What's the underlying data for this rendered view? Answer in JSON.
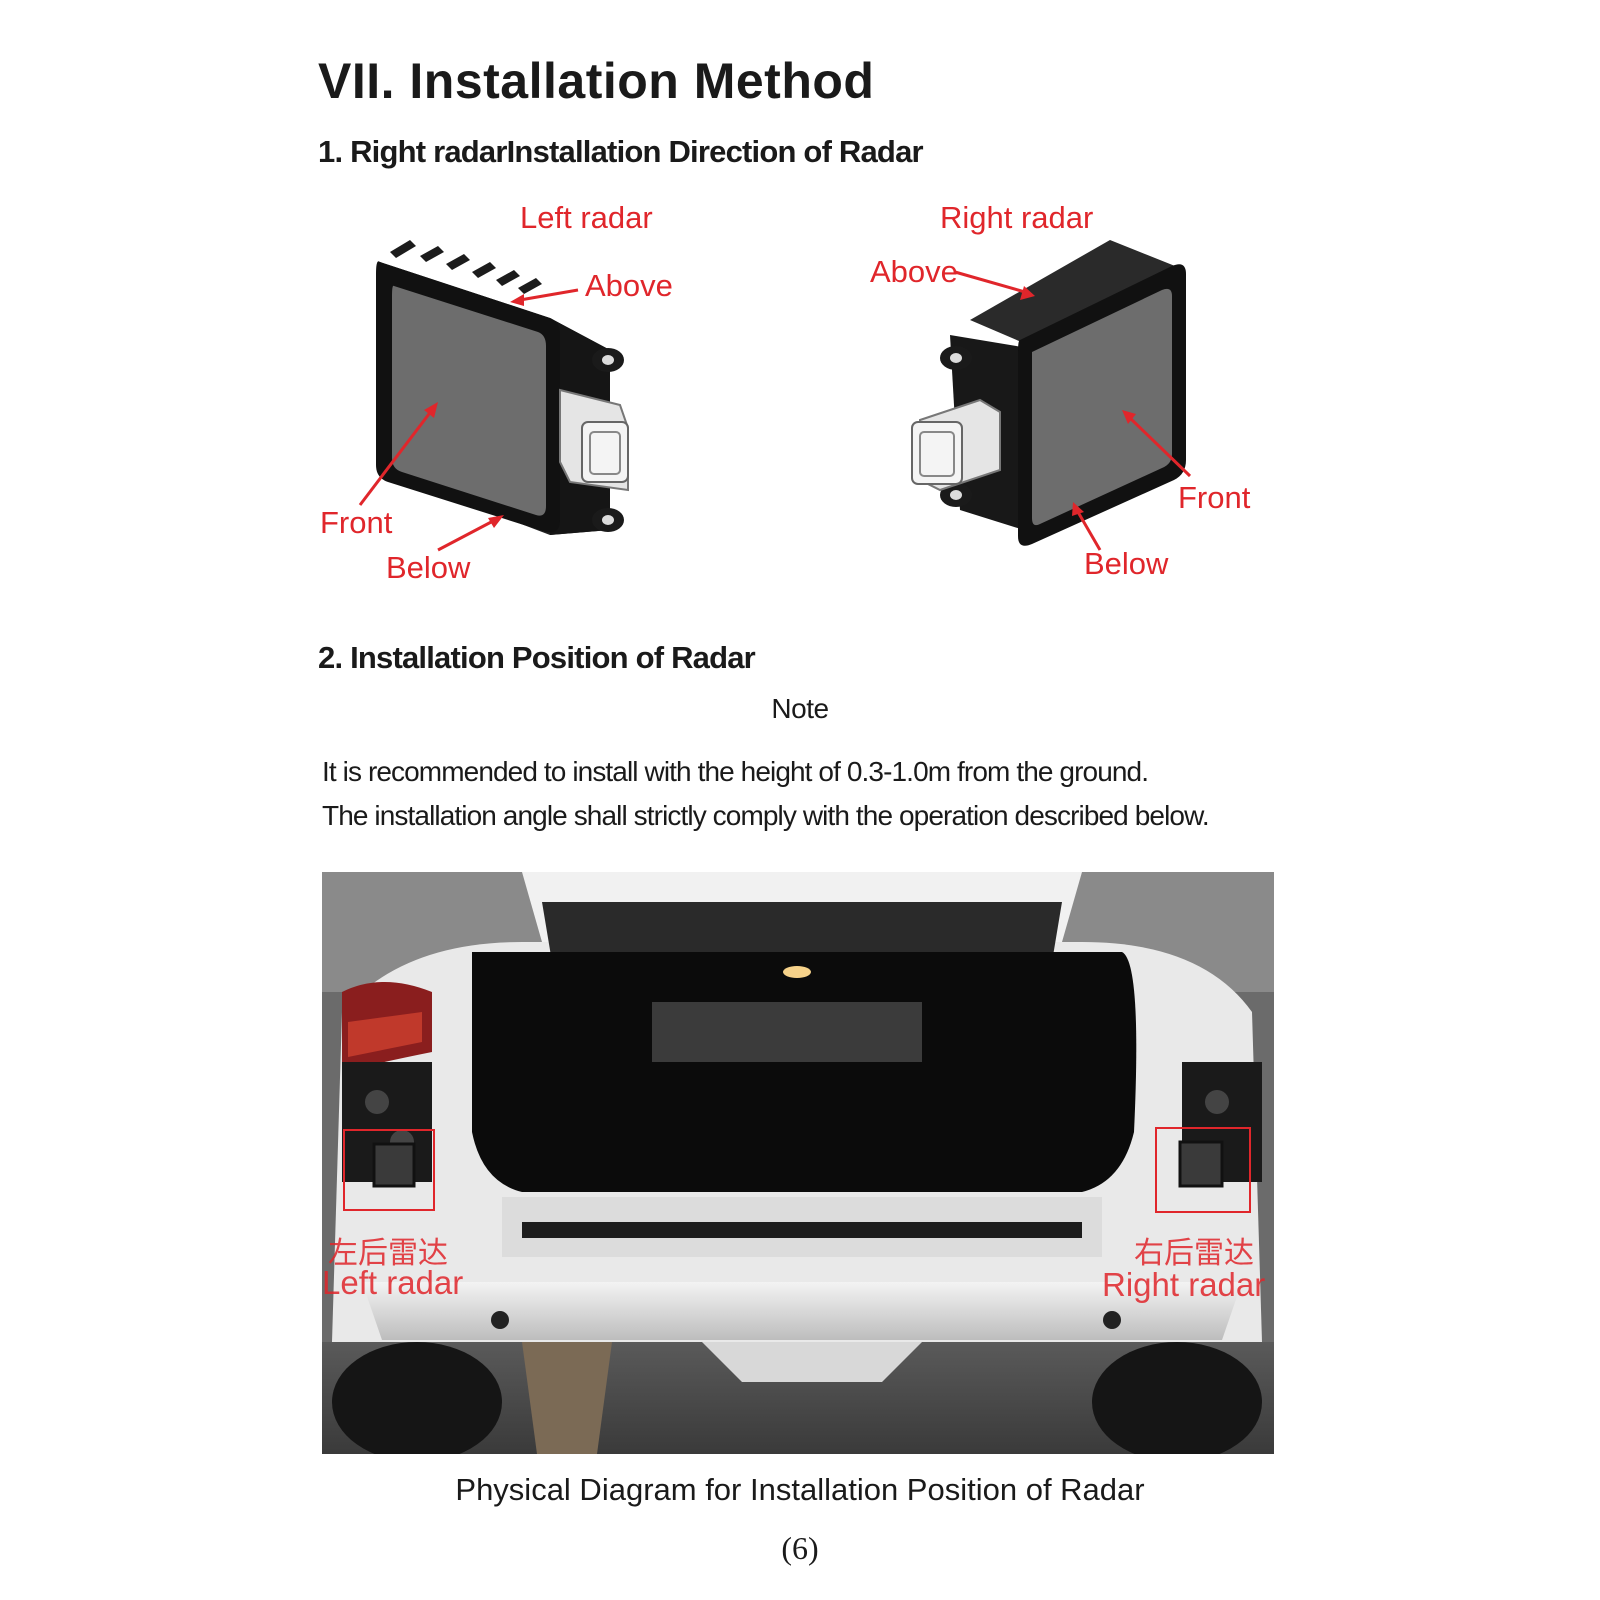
{
  "page": {
    "title": "VII. Installation Method",
    "section1": "1. Right radarInstallation Direction of Radar",
    "section2": "2. Installation Position of Radar",
    "note_title": "Note",
    "note_line1": "It is recommended to install with the height of  0.3-1.0m from the ground.",
    "note_line2": "The installation angle shall strictly comply with the operation described below.",
    "caption": "Physical Diagram for Installation Position of Radar",
    "page_number": "(6)"
  },
  "left_diagram": {
    "title": "Left radar",
    "above": "Above",
    "front": "Front",
    "below": "Below"
  },
  "right_diagram": {
    "title": "Right radar",
    "above": "Above",
    "front": "Front",
    "below": "Below"
  },
  "photo": {
    "left_label_cn": "左后雷达",
    "left_label_en": "Left radar",
    "right_label_cn": "右后雷达",
    "right_label_en": "Right radar"
  },
  "colors": {
    "annotation_red": "#e0262b",
    "text": "#1a1a1a"
  }
}
